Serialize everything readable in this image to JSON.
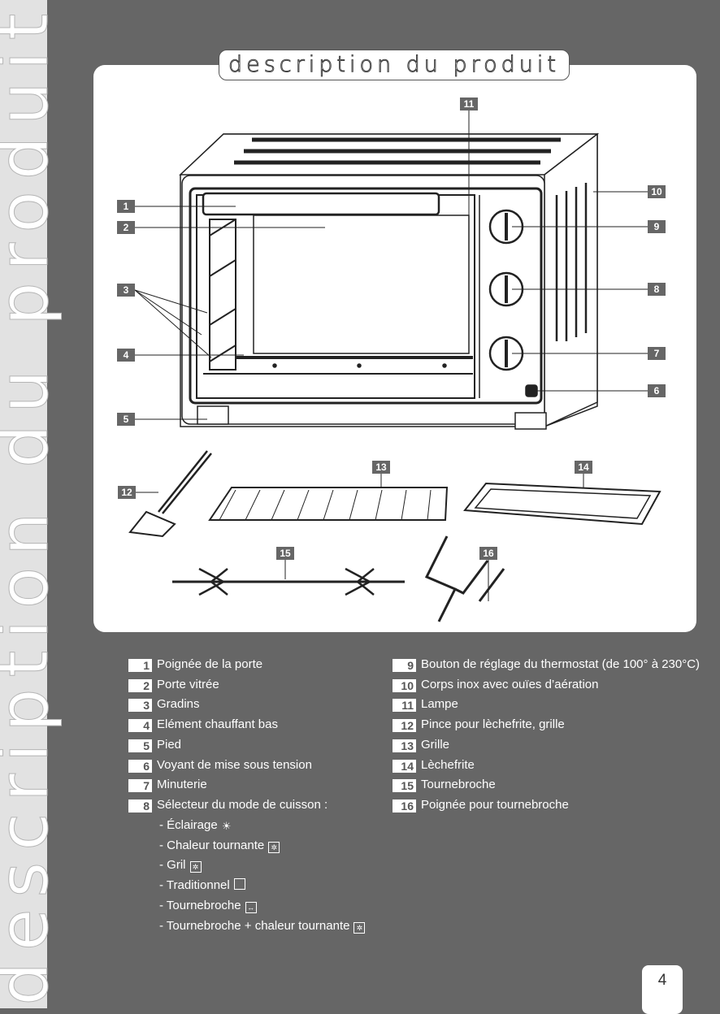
{
  "side_title": "description du produit",
  "header_title": "description du produit",
  "callouts": [
    "1",
    "2",
    "3",
    "4",
    "5",
    "6",
    "7",
    "8",
    "9",
    "10",
    "11",
    "12",
    "13",
    "14",
    "15",
    "16"
  ],
  "legend_left": [
    {
      "n": "1",
      "t": "Poignée de la porte"
    },
    {
      "n": "2",
      "t": "Porte vitrée"
    },
    {
      "n": "3",
      "t": "Gradins"
    },
    {
      "n": "4",
      "t": "Elément chauffant bas"
    },
    {
      "n": "5",
      "t": "Pied"
    },
    {
      "n": "6",
      "t": "Voyant de mise sous tension"
    },
    {
      "n": "7",
      "t": "Minuterie"
    },
    {
      "n": "8",
      "t": "Sélecteur du mode de cuisson :"
    }
  ],
  "modes": [
    {
      "t": "- Éclairage",
      "icon": "lamp-icon"
    },
    {
      "t": "- Chaleur tournante",
      "icon": "fan-heat-icon"
    },
    {
      "t": "- Gril",
      "icon": "grill-icon"
    },
    {
      "t": "- Traditionnel",
      "icon": "traditional-icon"
    },
    {
      "t": "- Tournebroche",
      "icon": "rotisserie-icon"
    },
    {
      "t": "- Tournebroche + chaleur tournante",
      "icon": "rotisserie-fan-icon"
    }
  ],
  "legend_right": [
    {
      "n": "9",
      "t": "Bouton de réglage du thermostat (de 100° à 230°C)"
    },
    {
      "n": "10",
      "t": "Corps inox avec ouïes d’aération"
    },
    {
      "n": "11",
      "t": "Lampe"
    },
    {
      "n": "12",
      "t": "Pince pour lèchefrite, grille"
    },
    {
      "n": "13",
      "t": "Grille"
    },
    {
      "n": "14",
      "t": "Lèchefrite"
    },
    {
      "n": "15",
      "t": "Tournebroche"
    },
    {
      "n": "16",
      "t": "Poignée pour tournebroche"
    }
  ],
  "page_number": "4"
}
